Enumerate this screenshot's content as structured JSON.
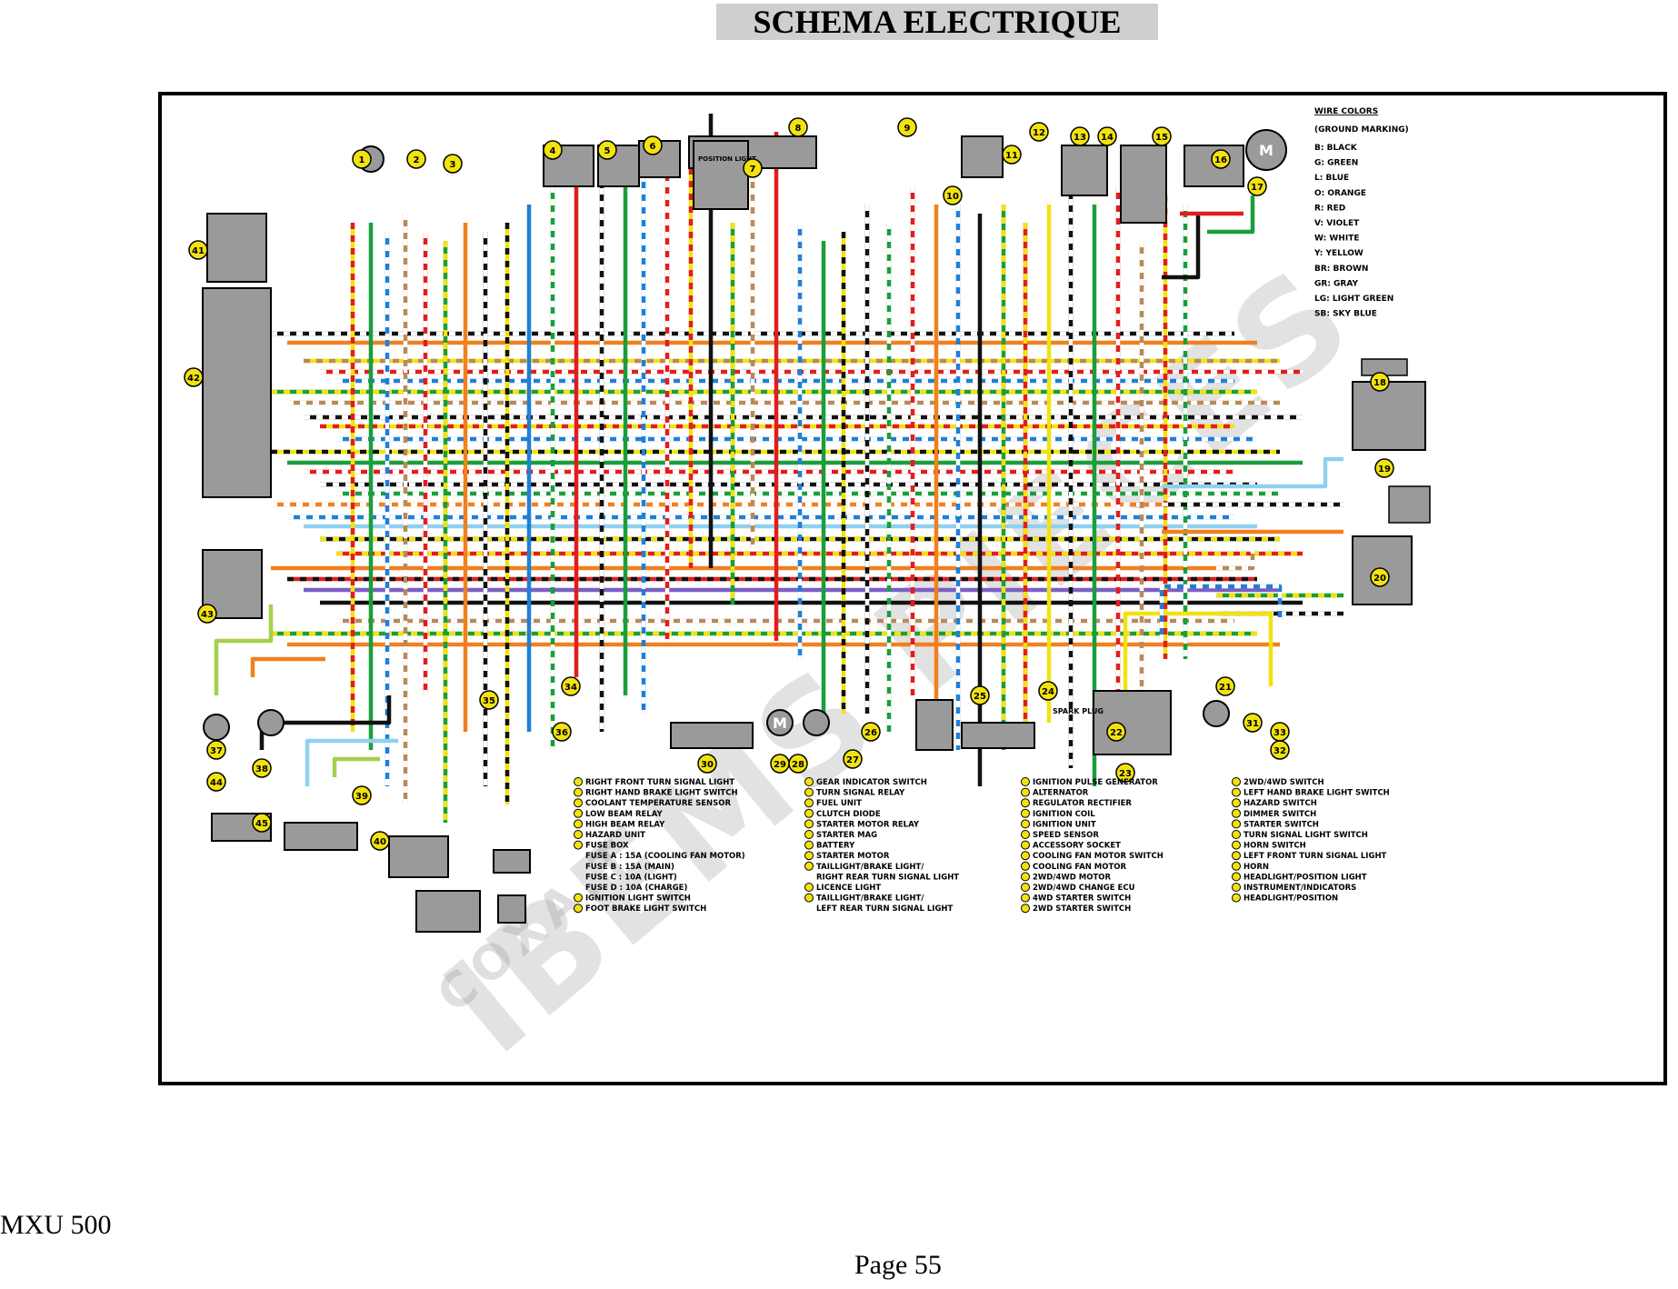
{
  "title": "SCHEMA ELECTRIQUE",
  "model": "MXU 500",
  "page": "Page 55",
  "watermark": "IBEMS PIECES",
  "watermark_small": "COXA.T",
  "wire_colors": {
    "heading": "WIRE COLORS",
    "subheading": "(GROUND MARKING)",
    "items": [
      {
        "code": "B",
        "name": "BLACK",
        "color": "#111111"
      },
      {
        "code": "G",
        "name": "GREEN",
        "color": "#1a9e3a"
      },
      {
        "code": "L",
        "name": "BLUE",
        "color": "#1f7fd6"
      },
      {
        "code": "O",
        "name": "ORANGE",
        "color": "#f08020"
      },
      {
        "code": "R",
        "name": "RED",
        "color": "#e01e1e"
      },
      {
        "code": "V",
        "name": "VIOLET",
        "color": "#7b5fc4"
      },
      {
        "code": "W",
        "name": "WHITE",
        "color": "#ffffff"
      },
      {
        "code": "Y",
        "name": "YELLOW",
        "color": "#f2e210"
      },
      {
        "code": "BR",
        "name": "BROWN",
        "color": "#b88a5a"
      },
      {
        "code": "GR",
        "name": "GRAY",
        "color": "#9a9a9a"
      },
      {
        "code": "LG",
        "name": "LIGHT GREEN",
        "color": "#a4d04a"
      },
      {
        "code": "SB",
        "name": "SKY BLUE",
        "color": "#8fd0f0"
      }
    ]
  },
  "component_legend": {
    "col1": [
      {
        "n": "1",
        "label": "RIGHT FRONT TURN SIGNAL LIGHT"
      },
      {
        "n": "2",
        "label": "RIGHT HAND BRAKE LIGHT SWITCH"
      },
      {
        "n": "3",
        "label": "COOLANT TEMPERATURE SENSOR"
      },
      {
        "n": "4",
        "label": "LOW BEAM RELAY"
      },
      {
        "n": "5",
        "label": "HIGH BEAM RELAY"
      },
      {
        "n": "6",
        "label": "HAZARD UNIT"
      },
      {
        "n": "7",
        "label": "FUSE BOX"
      },
      {
        "n": "",
        "label": "FUSE A : 15A (COOLING FAN MOTOR)"
      },
      {
        "n": "",
        "label": "FUSE B : 15A (MAIN)"
      },
      {
        "n": "",
        "label": "FUSE C : 10A (LIGHT)"
      },
      {
        "n": "",
        "label": "FUSE D : 10A (CHARGE)"
      },
      {
        "n": "8",
        "label": "IGNITION LIGHT SWITCH"
      },
      {
        "n": "9",
        "label": "FOOT BRAKE LIGHT SWITCH"
      }
    ],
    "col2": [
      {
        "n": "10",
        "label": "GEAR INDICATOR SWITCH"
      },
      {
        "n": "11",
        "label": "TURN SIGNAL RELAY"
      },
      {
        "n": "12",
        "label": "FUEL UNIT"
      },
      {
        "n": "13",
        "label": "CLUTCH DIODE"
      },
      {
        "n": "14",
        "label": "STARTER MOTOR RELAY"
      },
      {
        "n": "15",
        "label": "STARTER MAG"
      },
      {
        "n": "16",
        "label": "BATTERY"
      },
      {
        "n": "17",
        "label": "STARTER MOTOR"
      },
      {
        "n": "18",
        "label": "TAILLIGHT/BRAKE LIGHT/"
      },
      {
        "n": "",
        "label": "RIGHT REAR TURN SIGNAL LIGHT"
      },
      {
        "n": "19",
        "label": "LICENCE LIGHT"
      },
      {
        "n": "20",
        "label": "TAILLIGHT/BRAKE LIGHT/"
      },
      {
        "n": "",
        "label": "LEFT REAR TURN SIGNAL LIGHT"
      }
    ],
    "col3": [
      {
        "n": "21",
        "label": "IGNITION PULSE GENERATOR"
      },
      {
        "n": "22",
        "label": "ALTERNATOR"
      },
      {
        "n": "23",
        "label": "REGULATOR RECTIFIER"
      },
      {
        "n": "24",
        "label": "IGNITION COIL"
      },
      {
        "n": "25",
        "label": "IGNITION UNIT"
      },
      {
        "n": "26",
        "label": "SPEED SENSOR"
      },
      {
        "n": "27",
        "label": "ACCESSORY SOCKET"
      },
      {
        "n": "28",
        "label": "COOLING FAN MOTOR SWITCH"
      },
      {
        "n": "29",
        "label": "COOLING FAN MOTOR"
      },
      {
        "n": "30",
        "label": "2WD/4WD MOTOR"
      },
      {
        "n": "31",
        "label": "2WD/4WD CHANGE ECU"
      },
      {
        "n": "32",
        "label": "4WD STARTER SWITCH"
      },
      {
        "n": "33",
        "label": "2WD STARTER SWITCH"
      }
    ],
    "col4": [
      {
        "n": "34",
        "label": "2WD/4WD SWITCH"
      },
      {
        "n": "35",
        "label": "LEFT HAND BRAKE LIGHT SWITCH"
      },
      {
        "n": "36",
        "label": "HAZARD SWITCH"
      },
      {
        "n": "37",
        "label": "DIMMER SWITCH"
      },
      {
        "n": "38",
        "label": "STARTER SWITCH"
      },
      {
        "n": "39",
        "label": "TURN SIGNAL LIGHT SWITCH"
      },
      {
        "n": "40",
        "label": "HORN SWITCH"
      },
      {
        "n": "41",
        "label": "LEFT FRONT TURN SIGNAL LIGHT"
      },
      {
        "n": "42",
        "label": "HORN"
      },
      {
        "n": "43",
        "label": "HEADLIGHT/POSITION LIGHT"
      },
      {
        "n": "44",
        "label": "INSTRUMENT/INDICATORS"
      },
      {
        "n": "45",
        "label": "HEADLIGHT/POSITION"
      }
    ]
  },
  "diagram_labels": {
    "spark_plug": "SPARK PLUG",
    "motor_symbol": "M",
    "position_light": "POSITION LIGHT"
  }
}
